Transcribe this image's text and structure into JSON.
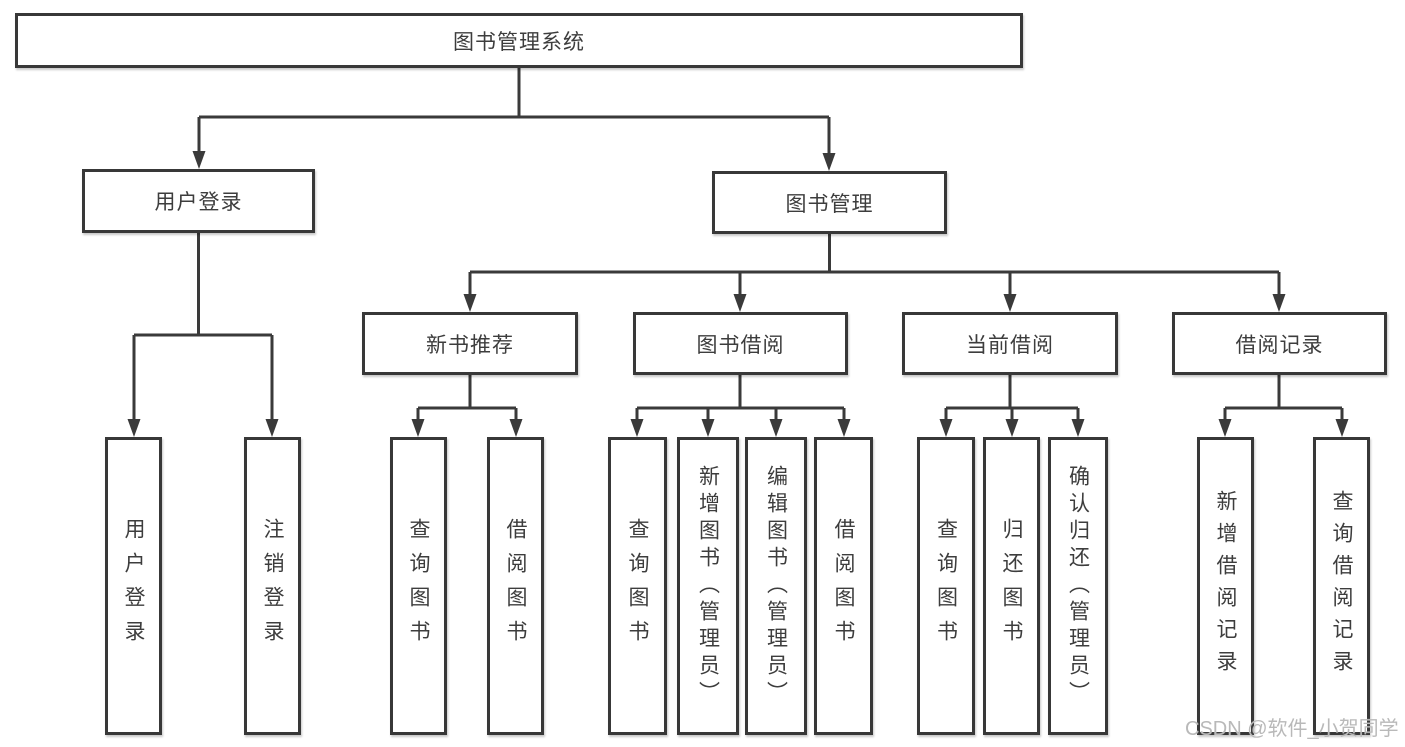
{
  "colors": {
    "line": "#3a3a3a",
    "text": "#3d3d3d",
    "box_background": "#ffffff",
    "watermark": "#b9b9b9"
  },
  "tree": {
    "root": "图书管理系统",
    "branches": [
      {
        "label": "用户登录",
        "children": [
          "用户登录",
          "注销登录"
        ]
      },
      {
        "label": "图书管理",
        "groups": [
          {
            "label": "新书推荐",
            "children": [
              "查询图书",
              "借阅图书"
            ]
          },
          {
            "label": "图书借阅",
            "children": [
              "查询图书",
              "新增图书（管理员）",
              "编辑图书（管理员）",
              "借阅图书"
            ]
          },
          {
            "label": "当前借阅",
            "children": [
              "查询图书",
              "归还图书",
              "确认归还（管理员）"
            ]
          },
          {
            "label": "借阅记录",
            "children": [
              "新增借阅记录",
              "查询借阅记录"
            ]
          }
        ]
      }
    ]
  },
  "watermark": "CSDN @软件_小贺同学"
}
